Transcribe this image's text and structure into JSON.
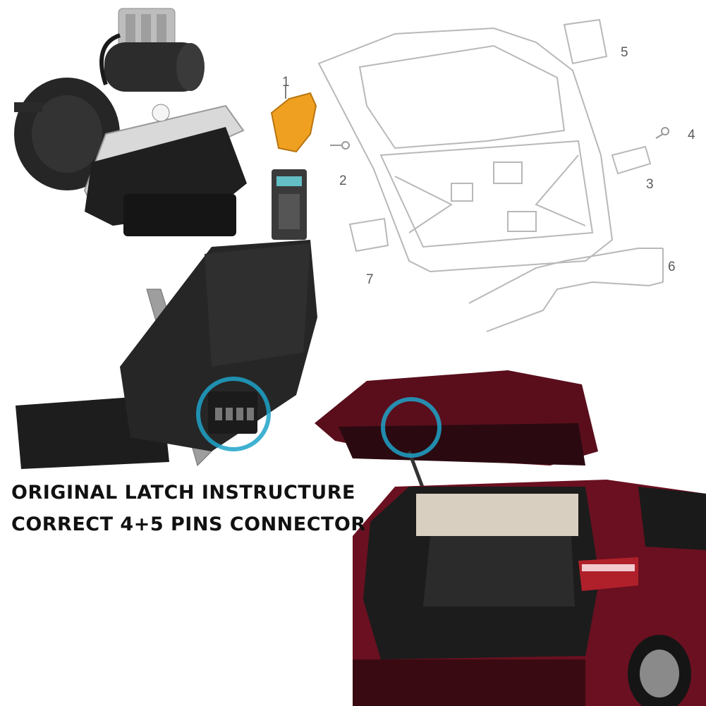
{
  "headline": {
    "line1": "ORIGINAL LATCH INSTRUCTURE",
    "line2": "CORRECT 4+5 PINS CONNECTOR"
  },
  "diagram": {
    "callouts": [
      "1",
      "2",
      "3",
      "4",
      "5",
      "6",
      "7"
    ]
  },
  "colors": {
    "background": "#ffffff",
    "text": "#111111",
    "highlight_ring": "#1fa3c9",
    "callout_part": "#f0a020",
    "vehicle_body": "#6a1020",
    "latch_body": "#2a2a2a",
    "diagram_line": "#b8b8b8"
  },
  "icons": [
    "latch-actuator",
    "latch-connector-view",
    "liftgate-diagram",
    "suv-rear-view"
  ]
}
